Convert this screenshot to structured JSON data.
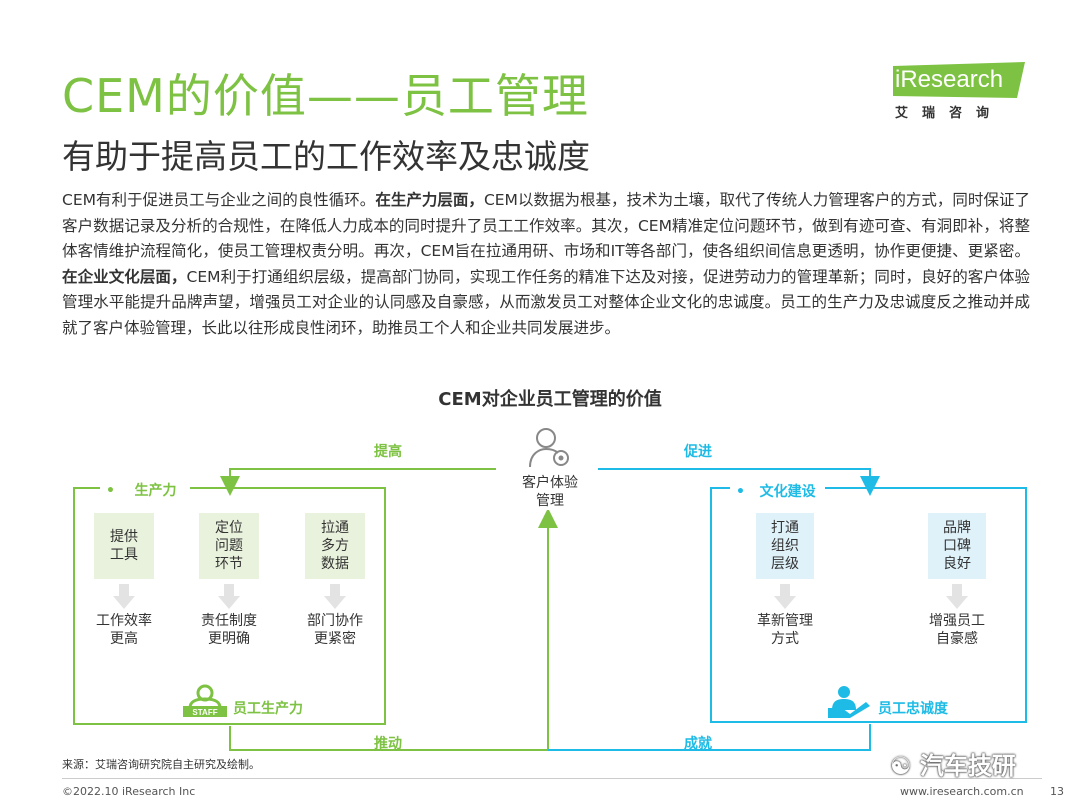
{
  "header": {
    "title": "CEM的价值——员工管理",
    "subtitle": "有助于提高员工的工作效率及忠诚度"
  },
  "logo": {
    "text": "iResearch",
    "cn": "艾瑞咨询"
  },
  "body": {
    "p1": "CEM有利于促进员工与企业之间的良性循环。",
    "b1": "在生产力层面，",
    "p2": "CEM以数据为根基，技术为土壤，取代了传统人力管理客户的方式，同时保证了客户数据记录及分析的合规性，在降低人力成本的同时提升了员工工作效率。其次，CEM精准定位问题环节，做到有迹可查、有洞即补，将整体客情维护流程简化，使员工管理权责分明。再次，CEM旨在拉通用研、市场和IT等各部门，使各组织间信息更透明，协作更便捷、更紧密。",
    "b2": "在企业文化层面，",
    "p3": "CEM利于打通组织层级，提高部门协同，实现工作任务的精准下达及对接，促进劳动力的管理革新；同时，良好的客户体验管理水平能提升品牌声望，增强员工对企业的认同感及自豪感，从而激发员工对整体企业文化的忠诚度。员工的生产力及忠诚度反之推动并成就了客户体验管理，长此以往形成良性闭环，助推员工个人和企业共同发展进步。"
  },
  "diagram": {
    "title": "CEM对企业员工管理的价值",
    "center": "客户体验\n管理",
    "arrows": {
      "top_left": "提高",
      "top_right": "促进",
      "bottom_left": "推动",
      "bottom_right": "成就"
    },
    "left": {
      "heading": "生产力",
      "boxes": [
        "提供\n工具",
        "定位\n问题\n环节",
        "拉通\n多方\n数据"
      ],
      "results": [
        "工作效率\n更高",
        "责任制度\n更明确",
        "部门协作\n更紧密"
      ],
      "footer": "员工生产力",
      "staff_badge": "STAFF"
    },
    "right": {
      "heading": "文化建设",
      "boxes": [
        "打通\n组织\n层级",
        "品牌\n口碑\n良好"
      ],
      "results": [
        "革新管理\n方式",
        "增强员工\n自豪感"
      ],
      "footer": "员工忠诚度"
    },
    "colors": {
      "green": "#7dc242",
      "blue": "#1dbbe5",
      "green_box": "#e9f2dc",
      "blue_box": "#dff1f9"
    }
  },
  "footer": {
    "source": "来源：艾瑞咨询研究院自主研究及绘制。",
    "copyright": "©2022.10 iResearch Inc",
    "website": "www.iresearch.com.cn",
    "page": "13",
    "watermark": "汽车技研"
  }
}
